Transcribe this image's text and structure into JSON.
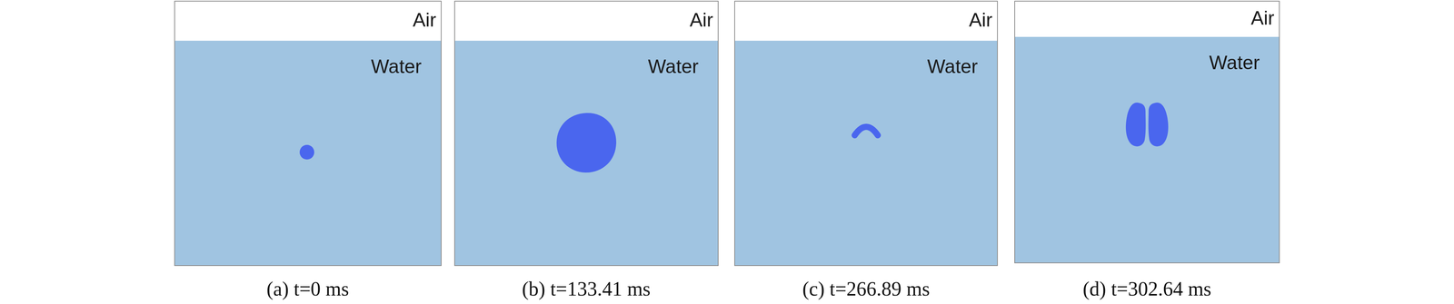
{
  "diagram": {
    "nodes": [
      {
        "text": [
          "Air"
        ]
      },
      {
        "text": [
          "Water"
        ]
      },
      {
        "text": [
          "Air"
        ]
      },
      {
        "text": [
          "Water"
        ]
      },
      {
        "text": [
          "Air"
        ]
      },
      {
        "text": [
          "Water"
        ]
      },
      {
        "text": [
          "Air"
        ]
      },
      {
        "text": [
          "Water"
        ]
      }
    ],
    "labels": [
      "(a) t=0 ms",
      "(b) t=133.41 ms",
      "(c) t=266.89 ms",
      "(d) t=302.64 ms"
    ]
  }
}
